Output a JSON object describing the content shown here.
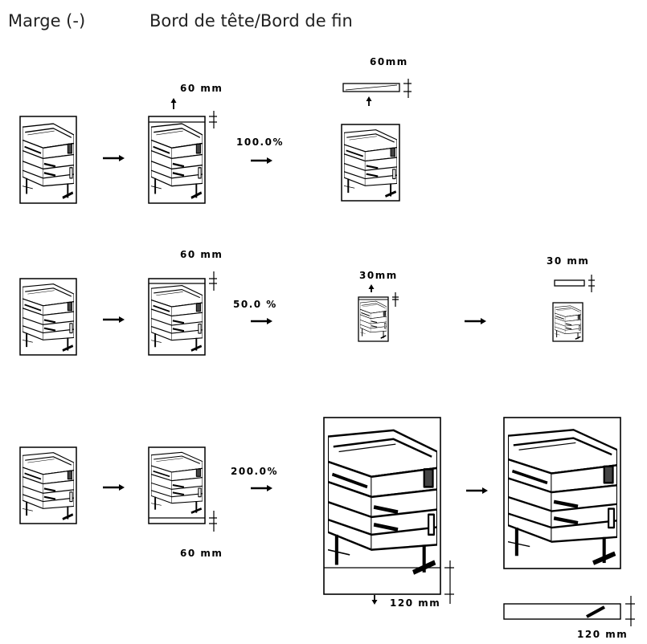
{
  "header": {
    "left": "Marge (-)",
    "right": "Bord de tête/Bord de fin"
  },
  "rows": [
    {
      "labels": {
        "top_dim": "60 mm",
        "scale": "100.0%",
        "strip_dim": "60mm"
      }
    },
    {
      "labels": {
        "top_dim": "60 mm",
        "scale": "50.0 %",
        "small_dim": "30mm",
        "final_dim": "30 mm"
      }
    },
    {
      "labels": {
        "scale": "200.0%",
        "bottom_dim": "60 mm",
        "big_dim": "120 mm",
        "final_dim": "120 mm"
      }
    }
  ]
}
